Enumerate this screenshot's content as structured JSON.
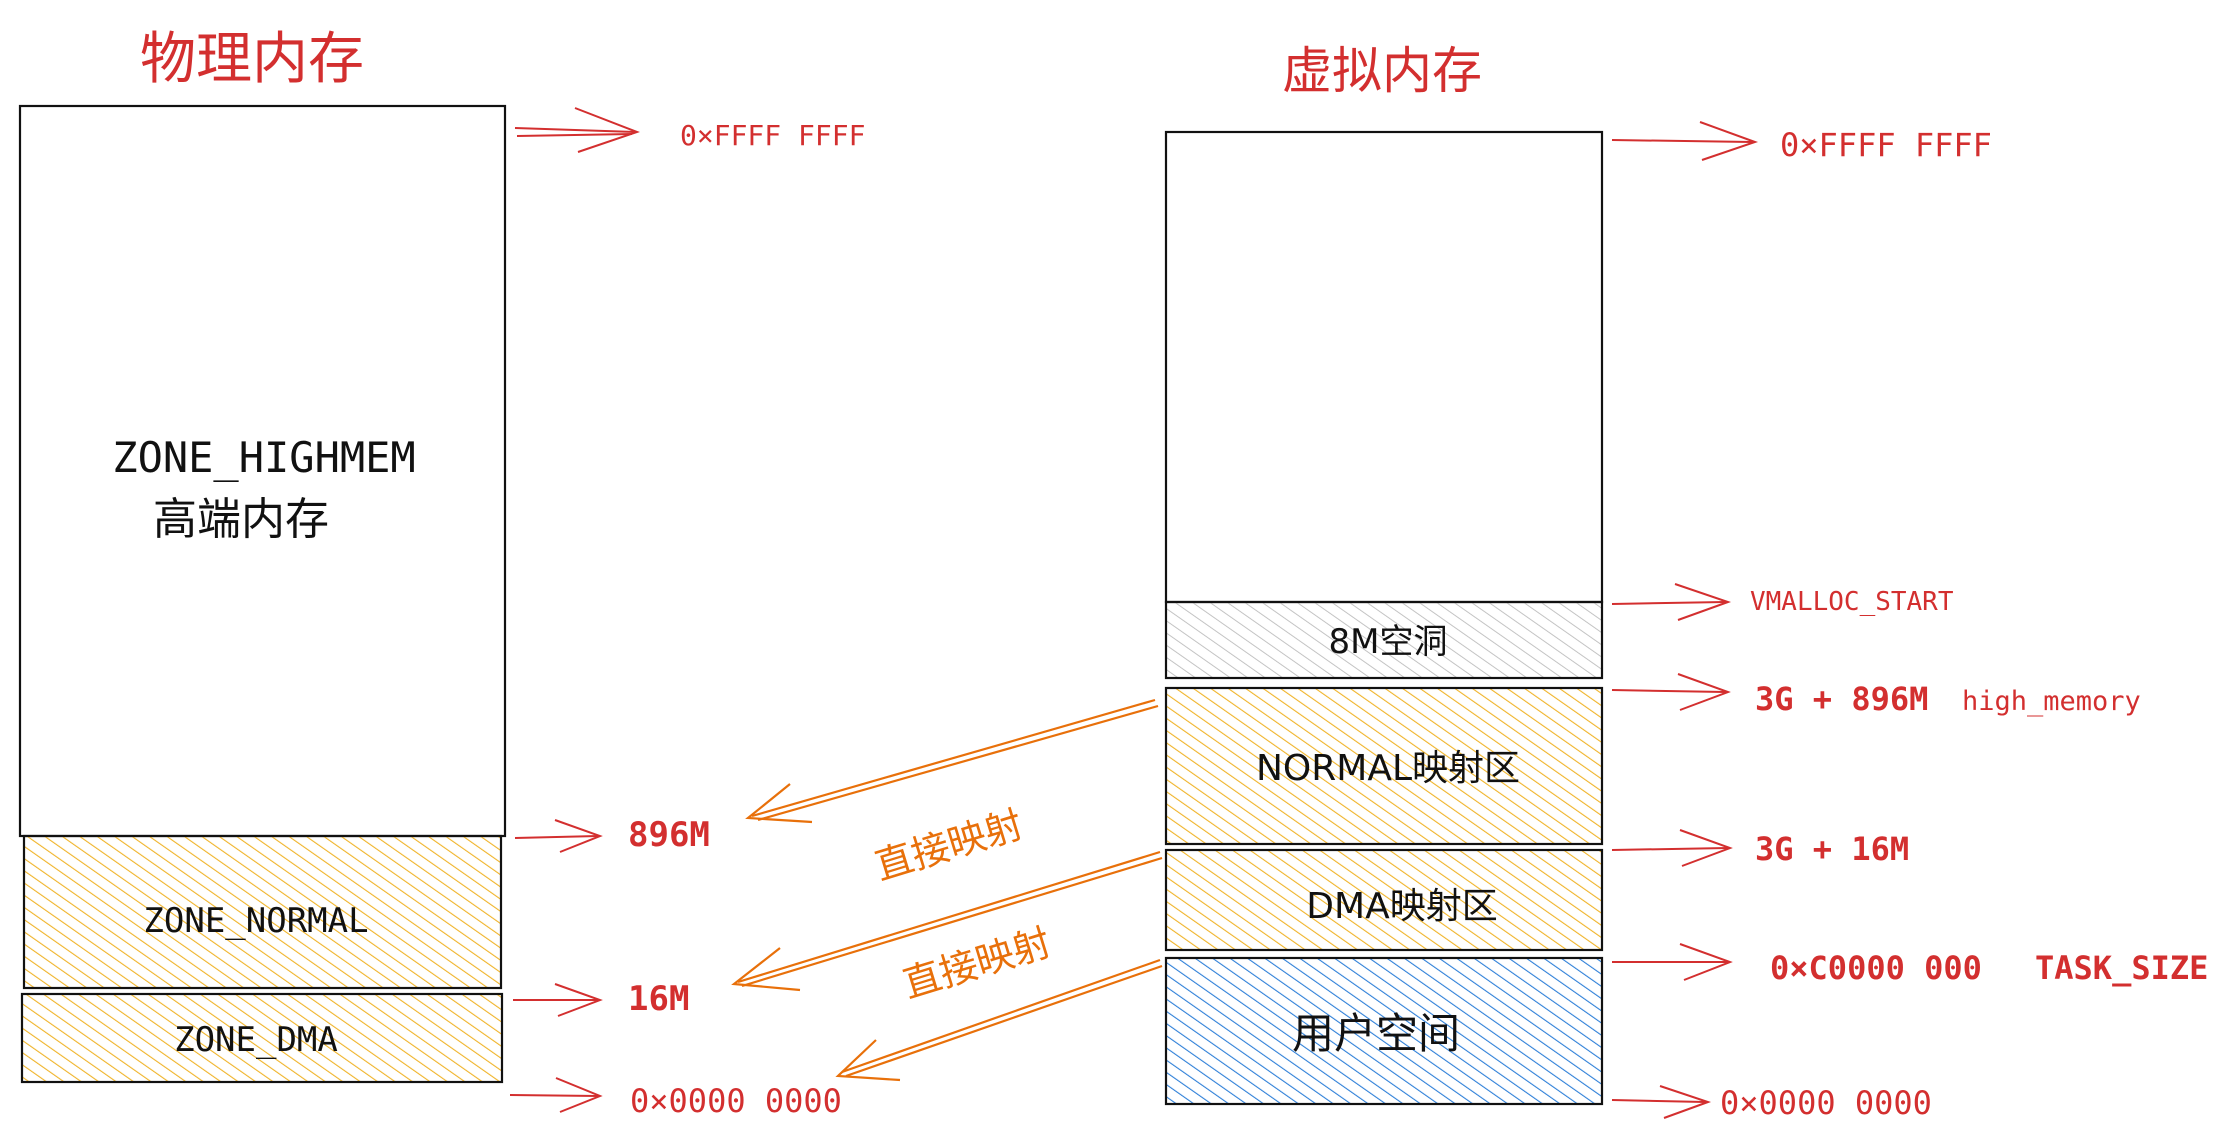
{
  "titles": {
    "physical": "物理内存",
    "virtual": "虚拟内存"
  },
  "physical": {
    "zones": [
      {
        "id": "highmem",
        "name": "ZONE_HIGHMEM",
        "subtitle": "高端内存"
      },
      {
        "id": "normal",
        "name": "ZONE_NORMAL"
      },
      {
        "id": "dma",
        "name": "ZONE_DMA"
      }
    ],
    "addresses": {
      "top": "0×FFFF FFFF",
      "normal_start": "896M",
      "dma_end": "16M",
      "bottom": "0×0000 0000"
    }
  },
  "virtual": {
    "regions": [
      {
        "id": "vmalloc",
        "name": ""
      },
      {
        "id": "hole",
        "name": "8M空洞"
      },
      {
        "id": "normal_map",
        "name": "NORMAL映射区"
      },
      {
        "id": "dma_map",
        "name": "DMA映射区"
      },
      {
        "id": "user",
        "name": "用户空间"
      }
    ],
    "addresses": {
      "top": "0×FFFF FFFF",
      "vmalloc_start": "VMALLOC_START",
      "high_memory_value": "3G + 896M",
      "high_memory_label": "high_memory",
      "dma_map_end": "3G + 16M",
      "task_size_value": "0×C0000 000",
      "task_size_label": "TASK_SIZE",
      "bottom": "0×0000 0000"
    }
  },
  "mappings": [
    {
      "label": "直接映射",
      "from": "normal_map",
      "to": "normal"
    },
    {
      "label": "直接映射",
      "from": "dma_map",
      "to": "dma"
    }
  ],
  "colors": {
    "title": "#d32f2f",
    "address": "#d32f2f",
    "mapping": "#e8700a",
    "hatch_yellow": "#f0b429",
    "hatch_gray": "#bdbdbd",
    "hatch_blue": "#2f80d8",
    "outline": "#111111"
  }
}
